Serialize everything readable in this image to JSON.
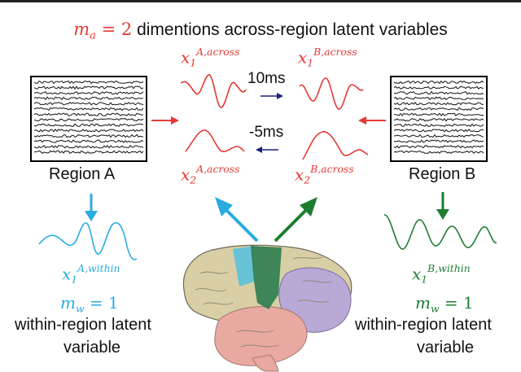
{
  "title": {
    "math_var": "m",
    "math_sub": "a",
    "math_eq": " = 2",
    "text": " dimentions across-region latent variables"
  },
  "region_a": {
    "label": "Region A"
  },
  "region_b": {
    "label": "Region B"
  },
  "lags": {
    "top": "10ms",
    "bottom": "-5ms"
  },
  "across_latents": [
    {
      "var": "x",
      "sub": "1",
      "sup": "A,across"
    },
    {
      "var": "x",
      "sub": "1",
      "sup": "B,across"
    },
    {
      "var": "x",
      "sub": "2",
      "sup": "A,across"
    },
    {
      "var": "x",
      "sub": "2",
      "sup": "B,across"
    }
  ],
  "within_a": {
    "latent": {
      "var": "x",
      "sub": "1",
      "sup": "A,within"
    },
    "mw_var": "m",
    "mw_sub": "w",
    "mw_eq": " = 1",
    "caption_line1": "within-region latent",
    "caption_line2": "variable"
  },
  "within_b": {
    "latent": {
      "var": "x",
      "sub": "1",
      "sup": "B,within"
    },
    "mw_var": "m",
    "mw_sub": "w",
    "mw_eq": " = 1",
    "caption_line1": "within-region latent",
    "caption_line2": "variable"
  },
  "colors": {
    "across": "#e53935",
    "within_a": "#29abe2",
    "within_b": "#1e7d32",
    "region_a_brain": "#5bc0de",
    "region_b_brain": "#2e7d4f",
    "brain_base": "#d8cfa6",
    "brain_purple": "#b8a9d6",
    "brain_pink": "#e8a9a1"
  }
}
